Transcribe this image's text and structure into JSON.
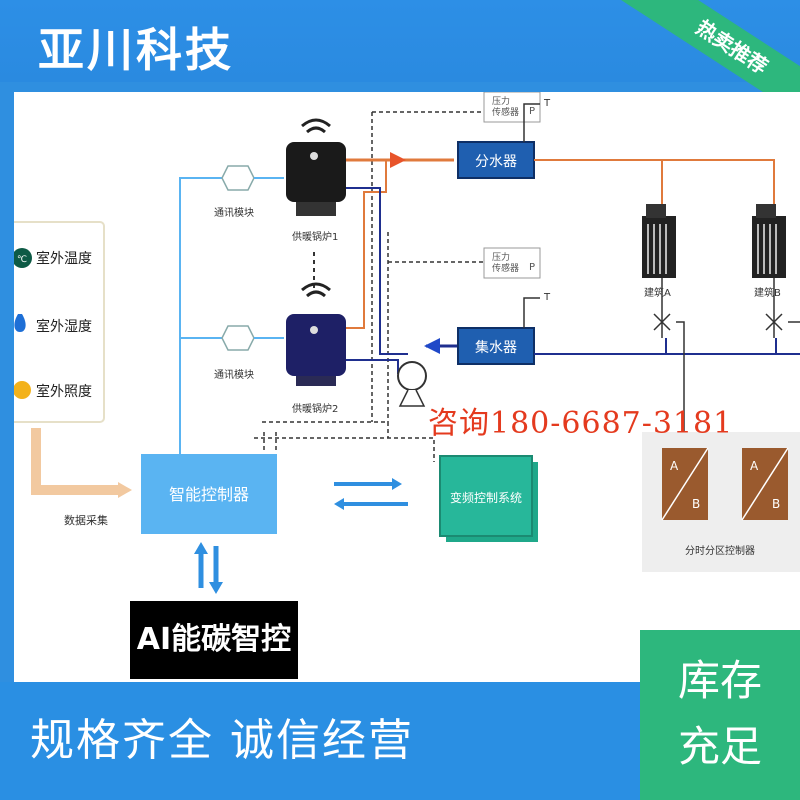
{
  "header": {
    "brand": "亚川科技",
    "ribbon": "热卖推荐"
  },
  "sensors": {
    "outdoor_temp": "室外温度",
    "outdoor_humidity": "室外湿度",
    "outdoor_light": "室外照度",
    "temp_icon_text": "℃"
  },
  "diagram": {
    "data_collection": "数据采集",
    "controller": "智能控制器",
    "comm_module_1": "通讯模块",
    "comm_module_2": "通讯模块",
    "boiler_1": "供暖锅炉1",
    "boiler_2": "供暖锅炉2",
    "pressure_sensor_1": "压力\n传感器",
    "pressure_sensor_2": "压力\n传感器",
    "p1": "P",
    "p2": "P",
    "t1": "T",
    "t2": "T",
    "distributor": "分水器",
    "collector": "集水器",
    "vfd": "变频控制系统",
    "building_a": "建筑A",
    "building_b": "建筑B",
    "zone_controller": "分时分区控制器",
    "ab_a": "A",
    "ab_b": "B"
  },
  "overlay": {
    "phone": "咨询180-6687-3181",
    "ai_label": "AI能碳智控"
  },
  "footer": {
    "slogan": "规格齐全  诚信经营",
    "stock_line1": "库存",
    "stock_line2": "充足"
  },
  "colors": {
    "frame_blue": "#2a8fe3",
    "green": "#2db77d",
    "hot_line": "#e07a3c",
    "cold_line": "#1f2f8f",
    "phone_red": "#e43a1e"
  }
}
